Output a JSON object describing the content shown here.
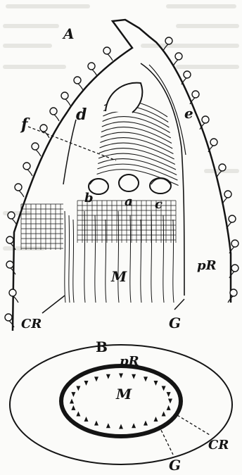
{
  "panels": {
    "a": {
      "label": "A",
      "parts": {
        "a": "a",
        "b": "b",
        "c": "c",
        "d": "d",
        "e": "e",
        "f": "f",
        "M": "M",
        "pR": "pR",
        "CR": "CR",
        "G": "G"
      }
    },
    "b": {
      "label": "B",
      "parts": {
        "pR": "pR",
        "M": "M",
        "CR": "CR",
        "G": "G"
      }
    }
  },
  "colors": {
    "ink": "#141414",
    "paper": "#fbfbf9",
    "ghost_text": "#e6e6e2"
  }
}
